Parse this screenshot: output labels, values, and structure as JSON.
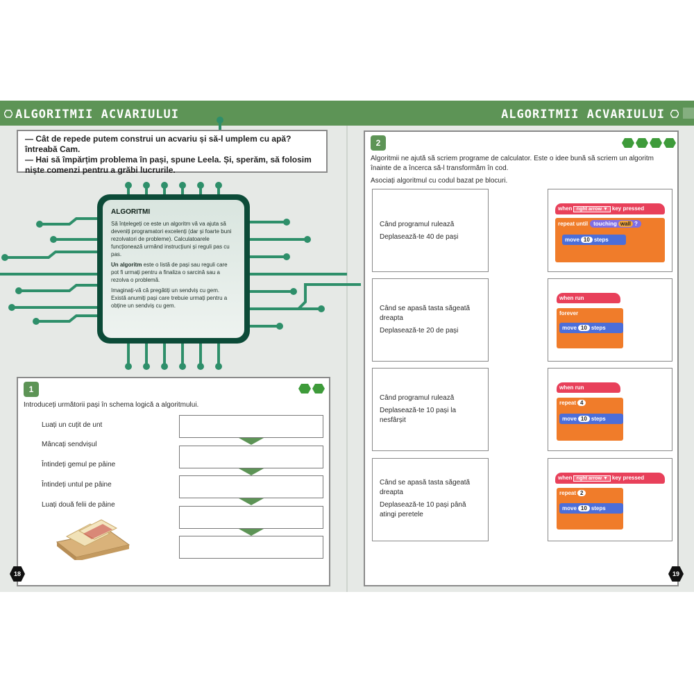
{
  "header": {
    "left_title": "ALGORITMII ACVARIULUI",
    "right_title": "ALGORITMII ACVARIULUI"
  },
  "intro": {
    "line1": "— Cât de repede putem construi un acvariu și să-l umplem cu apă? întreabă Cam.",
    "line2": "— Hai să împărțim problema în pași, spune Leela. Și, sperăm, să folosim niște comenzi pentru a grăbi lucrurile."
  },
  "chip": {
    "title": "ALGORITMI",
    "p1": "Să înțelegeți ce este un algoritm vă va ajuta să deveniți programatori excelenți (dar și foarte buni rezolvatori de probleme). Calculatoarele funcționează urmând instrucțiuni și reguli pas cu pas.",
    "p2_bold": "Un algoritm",
    "p2_rest": " este o listă de pași sau reguli care pot fi urmați pentru a finaliza o sarcină sau a rezolva o problemă.",
    "p3": "Imaginați-vă că pregătiți un sendviș cu gem. Există anumiți pași care trebuie urmați pentru a obține un sendviș cu gem."
  },
  "exercise1": {
    "number": "1",
    "instruction": "Introduceți următorii pași în schema logică a algoritmului.",
    "steps": [
      "Luați un cuțit de unt",
      "Mâncați sendvișul",
      "Întindeți gemul pe pâine",
      "Întindeți untul pe pâine",
      "Luați două felii de pâine"
    ]
  },
  "exercise2": {
    "number": "2",
    "instruction1": "Algoritmii ne ajută să scriem programe de calculator. Este o idee bună să scriem un algoritm înainte de a încerca să-l transformăm în cod.",
    "instruction2": "Asociați algoritmul cu codul bazat pe blocuri.",
    "algorithms": [
      {
        "trigger": "Când programul rulează",
        "action": "Deplasează-te 40 de pași"
      },
      {
        "trigger": "Când se apasă tasta săgeată dreapta",
        "action": "Deplasează-te 20 de pași"
      },
      {
        "trigger": "Când programul rulează",
        "action": "Deplasează-te 10 pași la nesfârșit"
      },
      {
        "trigger": "Când se apasă tasta săgeată dreapta",
        "action": "Deplasează-te 10 pași până atingi peretele"
      }
    ],
    "code1": {
      "hat_when": "when",
      "hat_key": "right arrow",
      "hat_rest": "key pressed",
      "ctl": "repeat until",
      "sense": "touching",
      "wall": "wall",
      "q": "?",
      "move": "move",
      "steps_val": "10",
      "steps": "steps"
    },
    "code2": {
      "hat": "when run",
      "ctl": "forever",
      "move": "move",
      "steps_val": "10",
      "steps": "steps"
    },
    "code3": {
      "hat": "when run",
      "ctl": "repeat",
      "ctl_val": "4",
      "move": "move",
      "steps_val": "10",
      "steps": "steps"
    },
    "code4": {
      "hat_when": "when",
      "hat_key": "right arrow",
      "hat_rest": "key pressed",
      "ctl": "repeat",
      "ctl_val": "2",
      "move": "move",
      "steps_val": "10",
      "steps": "steps"
    }
  },
  "page_numbers": {
    "left": "18",
    "right": "19"
  },
  "colors": {
    "header": "#5d9456",
    "chip": "#0c4b38",
    "trace": "#2e8f6a",
    "event": "#e8405a",
    "control": "#f07c2a",
    "motion": "#4c6ed9"
  }
}
